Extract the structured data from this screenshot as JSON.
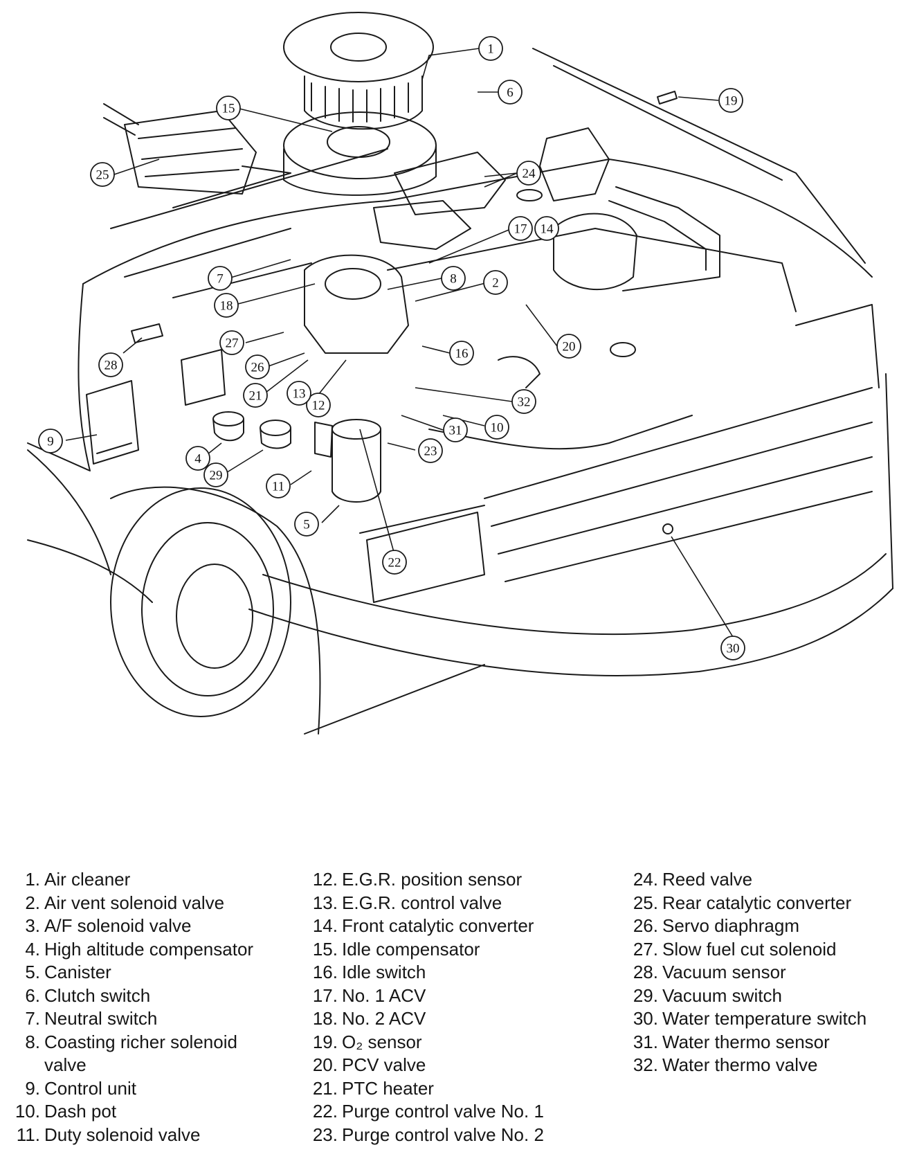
{
  "diagram": {
    "callouts": [
      "1",
      "2",
      "4",
      "5",
      "6",
      "7",
      "8",
      "9",
      "10",
      "11",
      "12",
      "13",
      "14",
      "15",
      "16",
      "17",
      "18",
      "19",
      "20",
      "21",
      "22",
      "23",
      "24",
      "25",
      "26",
      "27",
      "28",
      "29",
      "30",
      "31",
      "32"
    ]
  },
  "legend": {
    "columns": [
      [
        {
          "num": "1.",
          "label": "Air cleaner"
        },
        {
          "num": "2.",
          "label": "Air vent solenoid valve"
        },
        {
          "num": "3.",
          "label": "A/F solenoid valve"
        },
        {
          "num": "4.",
          "label": "High altitude compensator"
        },
        {
          "num": "5.",
          "label": "Canister"
        },
        {
          "num": "6.",
          "label": "Clutch switch"
        },
        {
          "num": "7.",
          "label": "Neutral switch"
        },
        {
          "num": "8.",
          "label": "Coasting richer solenoid\nvalve"
        },
        {
          "num": "9.",
          "label": "Control unit"
        },
        {
          "num": "10.",
          "label": "Dash pot"
        },
        {
          "num": "11.",
          "label": "Duty solenoid valve"
        }
      ],
      [
        {
          "num": "12.",
          "label": "E.G.R. position sensor"
        },
        {
          "num": "13.",
          "label": "E.G.R. control valve"
        },
        {
          "num": "14.",
          "label": "Front catalytic converter"
        },
        {
          "num": "15.",
          "label": "Idle compensator"
        },
        {
          "num": "16.",
          "label": "Idle switch"
        },
        {
          "num": "17.",
          "label": "No. 1 ACV"
        },
        {
          "num": "18.",
          "label": "No. 2 ACV"
        },
        {
          "num": "19.",
          "label": "O₂ sensor"
        },
        {
          "num": "20.",
          "label": "PCV valve"
        },
        {
          "num": "21.",
          "label": "PTC heater"
        },
        {
          "num": "22.",
          "label": "Purge control valve No. 1"
        },
        {
          "num": "23.",
          "label": "Purge control valve No. 2"
        }
      ],
      [
        {
          "num": "24.",
          "label": "Reed valve"
        },
        {
          "num": "25.",
          "label": "Rear catalytic converter"
        },
        {
          "num": "26.",
          "label": "Servo diaphragm"
        },
        {
          "num": "27.",
          "label": "Slow fuel cut solenoid"
        },
        {
          "num": "28.",
          "label": "Vacuum sensor"
        },
        {
          "num": "29.",
          "label": "Vacuum switch"
        },
        {
          "num": "30.",
          "label": "Water temperature switch"
        },
        {
          "num": "31.",
          "label": "Water thermo sensor"
        },
        {
          "num": "32.",
          "label": "Water thermo valve"
        }
      ]
    ]
  }
}
